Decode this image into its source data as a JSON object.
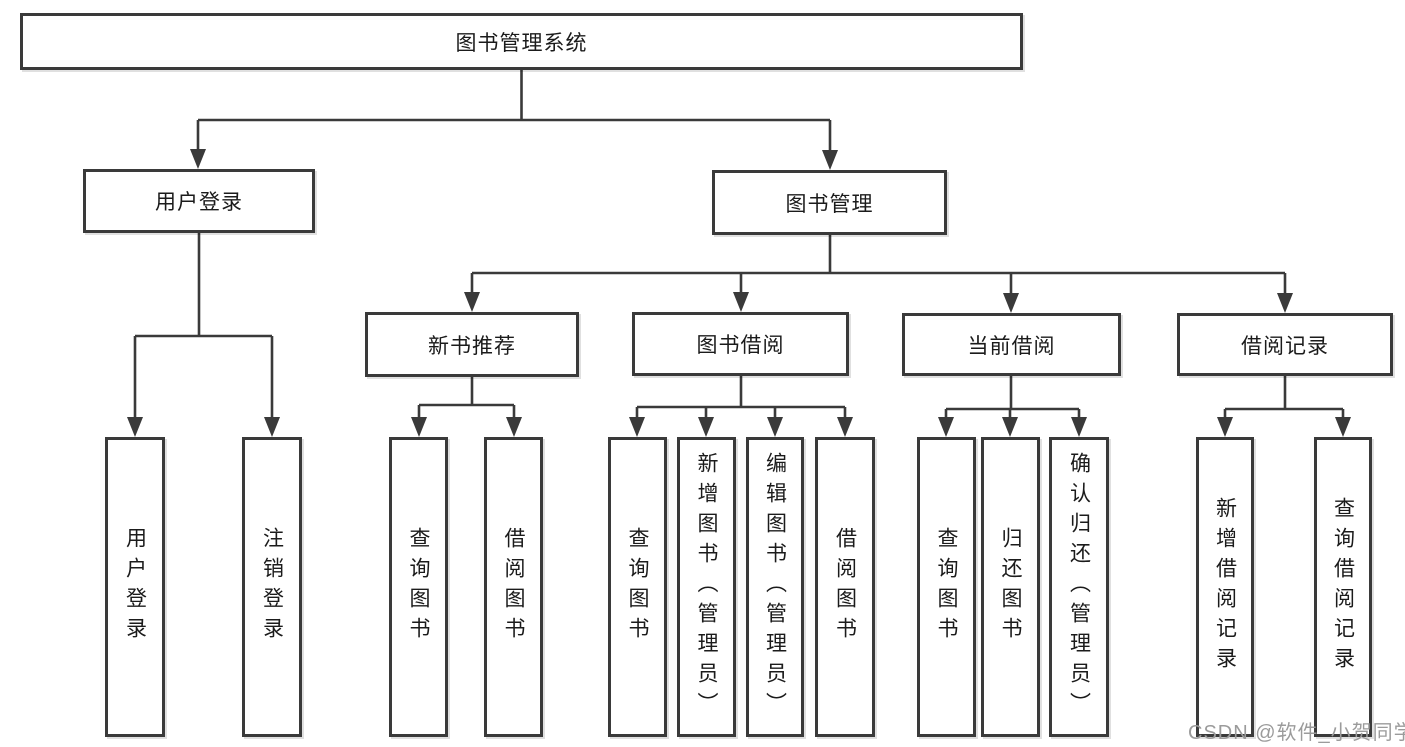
{
  "tree": {
    "root": {
      "label": "图书管理系统"
    },
    "level2": [
      {
        "label": "用户登录",
        "children": [
          {
            "label": "用户登录"
          },
          {
            "label": "注销登录"
          }
        ]
      },
      {
        "label": "图书管理",
        "children": [
          {
            "label": "新书推荐",
            "children": [
              {
                "label": "查询图书"
              },
              {
                "label": "借阅图书"
              }
            ]
          },
          {
            "label": "图书借阅",
            "children": [
              {
                "label": "查询图书"
              },
              {
                "label": "新增图书（管理员）"
              },
              {
                "label": "编辑图书（管理员）"
              },
              {
                "label": "借阅图书"
              }
            ]
          },
          {
            "label": "当前借阅",
            "children": [
              {
                "label": "查询图书"
              },
              {
                "label": "归还图书"
              },
              {
                "label": "确认归还（管理员）"
              }
            ]
          },
          {
            "label": "借阅记录",
            "children": [
              {
                "label": "新增借阅记录"
              },
              {
                "label": "查询借阅记录"
              }
            ]
          }
        ]
      }
    ]
  },
  "watermark": "CSDN @软件_小贺同学",
  "colors": {
    "line": "#3a3a3a",
    "box_border": "#3a3a3a",
    "box_fill": "#ffffff",
    "text": "#1b1b1b",
    "watermark": "#9b9b9b"
  }
}
